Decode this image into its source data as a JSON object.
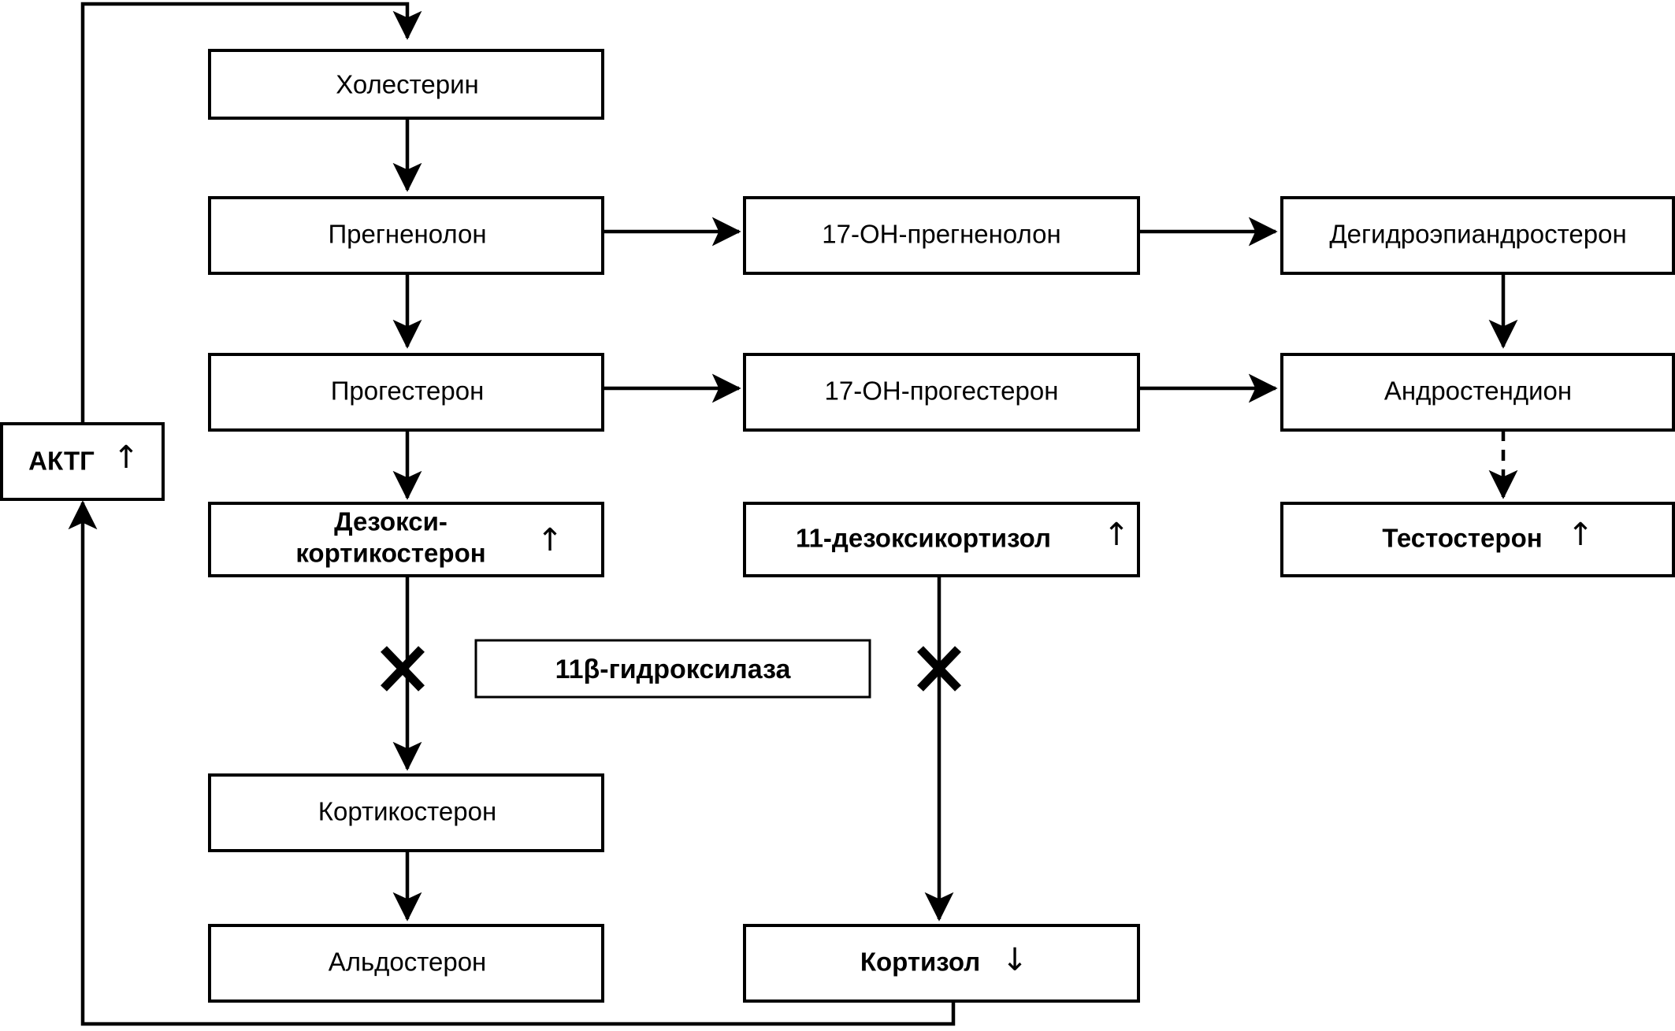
{
  "diagram": {
    "title": "Steroidogenesis pathway with 11-beta-hydroxylase block",
    "colors": {
      "background": "#ffffff",
      "stroke": "#000000",
      "text": "#000000"
    },
    "nodes": {
      "acth": {
        "label": "АКТГ",
        "marker": "↑",
        "bold": true
      },
      "cholesterol": {
        "label": "Холестерин",
        "bold": false
      },
      "pregnenolone": {
        "label": "Прегненолон",
        "bold": false
      },
      "oh17_pregnenolone": {
        "label": "17-ОН-прегненолон",
        "bold": false
      },
      "dhea": {
        "label": "Дегидроэпиандростерон",
        "bold": false
      },
      "progesterone": {
        "label": "Прогестерон",
        "bold": false
      },
      "oh17_progesterone": {
        "label": "17-ОН-прогестерон",
        "bold": false
      },
      "androstenedione": {
        "label": "Андростендион",
        "bold": false
      },
      "deoxycorticosterone": {
        "label_line1": "Дезокси-",
        "label_line2": "кортикостерон",
        "marker": "↑",
        "bold": true
      },
      "deoxycortisol": {
        "label": "11-дезоксикортизол",
        "marker": "↑",
        "bold": true
      },
      "testosterone": {
        "label": "Тестостерон",
        "marker": "↑",
        "bold": true
      },
      "enzyme": {
        "label": "11β-гидроксилаза",
        "bold": true
      },
      "corticosterone": {
        "label": "Кортикостерон",
        "bold": false
      },
      "aldosterone": {
        "label": "Альдостерон",
        "bold": false
      },
      "cortisol": {
        "label": "Кортизол",
        "marker": "↓",
        "bold": true
      }
    },
    "blocks": [
      {
        "name": "block-dexycorticosterone-to-corticosterone",
        "glyph": "×"
      },
      {
        "name": "block-deoxycortisol-to-cortisol",
        "glyph": "×"
      }
    ]
  }
}
